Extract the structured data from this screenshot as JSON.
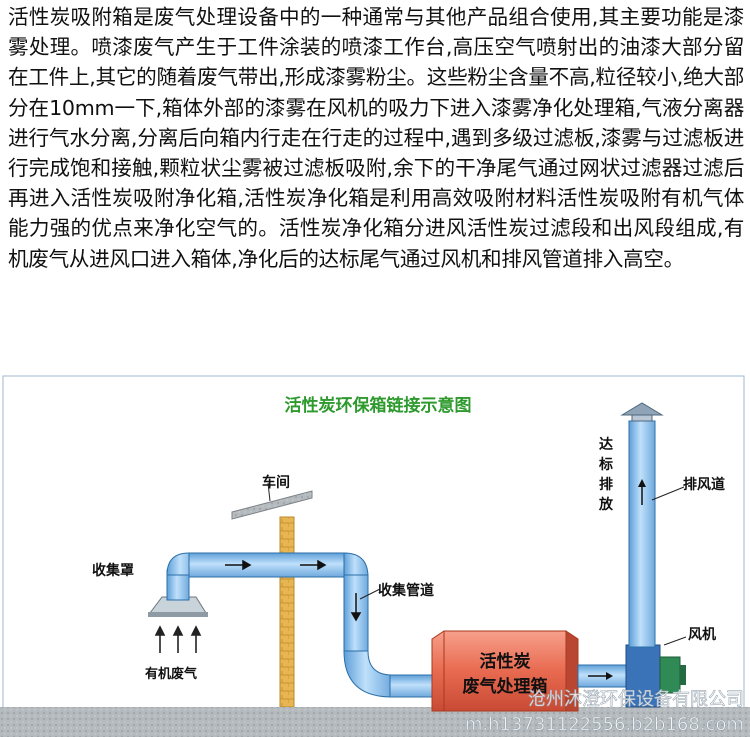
{
  "article": {
    "text": "活性炭吸附箱是废气处理设备中的一种通常与其他产品组合使用,其主要功能是漆雾处理。喷漆废气产生于工件涂装的喷漆工作台,高压空气喷射出的油漆大部分留在工件上,其它的随着废气带出,形成漆雾粉尘。这些粉尘含量不高,粒径较小,绝大部分在10mm一下,箱体外部的漆雾在风机的吸力下进入漆雾净化处理箱,气液分离器进行气水分离,分离后向箱内行走在行走的过程中,遇到多级过滤板,漆雾与过滤板进行完成饱和接触,颗粒状尘雾被过滤板吸附,余下的干净尾气通过网状过滤器过滤后再进入活性炭吸附净化箱,活性炭净化箱是利用高效吸附材料活性炭吸附有机气体能力强的优点来净化空气的。活性炭净化箱分进风活性炭过滤段和出风段组成,有机废气从进风口进入箱体,净化后的达标尾气通过风机和排风管道排入高空。"
  },
  "diagram": {
    "title": "活性炭环保箱链接示意图",
    "labels": {
      "workshop": "车间",
      "hood": "收集罩",
      "organic_gas": "有机废气",
      "collect_duct": "收集管道",
      "box_line1": "活性炭",
      "box_line2": "废气处理箱",
      "exhaust_duct": "排风道",
      "fan": "风机",
      "standard_discharge": [
        "达",
        "标",
        "排",
        "放"
      ]
    },
    "watermark": {
      "company": "沧州沐澄环保设备有限公司",
      "contact": "m.h13731122556.b2b168.com"
    },
    "colors": {
      "title": "#2e9a2e",
      "duct": "#8fc2ee",
      "duct_edge": "#2c6fa8",
      "box": "#e86a50",
      "fan_motor": "#2f8a55",
      "wall": "#e2b14d",
      "ceiling": "#a8aeb2"
    }
  }
}
